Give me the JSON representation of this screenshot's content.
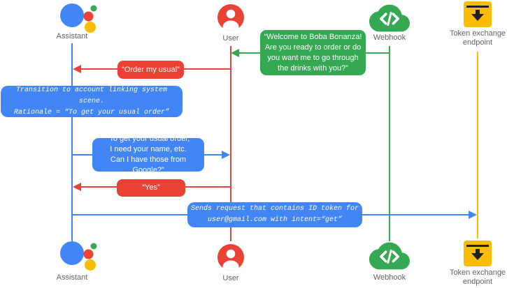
{
  "colors": {
    "assistant_blue": "#4285F4",
    "user_red": "#EA4335",
    "webhook_green": "#34A853",
    "token_yellow": "#FBBC04",
    "label_gray": "#5F6368",
    "bubble_text": "#FFFFFF"
  },
  "actors": {
    "assistant": "Assistant",
    "user": "User",
    "webhook": "Webhook",
    "token_endpoint": "Token exchange\nendpoint"
  },
  "messages": {
    "welcome": "“Welcome to Boba Bonanza!\nAre you ready to order or do\nyou want me to go through\nthe drinks with you?”",
    "order_my_usual": "“Order my usual”",
    "transition_note": "Transition to account linking system scene.\nRationale = “To get your usual order”",
    "request_info": "“To get your usual order,\nI need your name, etc.\nCan I have those from Google?”",
    "yes": "“Yes”",
    "sends_request": "Sends request that contains ID token for\nuser@gmail.com with intent=“get”"
  },
  "flow": [
    {
      "message": "welcome",
      "from": "webhook",
      "to": "user"
    },
    {
      "message": "order_my_usual",
      "from": "user",
      "to": "assistant"
    },
    {
      "message": "transition_note",
      "on": "assistant"
    },
    {
      "message": "request_info",
      "from": "assistant",
      "to": "user"
    },
    {
      "message": "yes",
      "from": "user",
      "to": "assistant"
    },
    {
      "message": "sends_request",
      "from": "assistant",
      "to": "token_endpoint"
    }
  ]
}
